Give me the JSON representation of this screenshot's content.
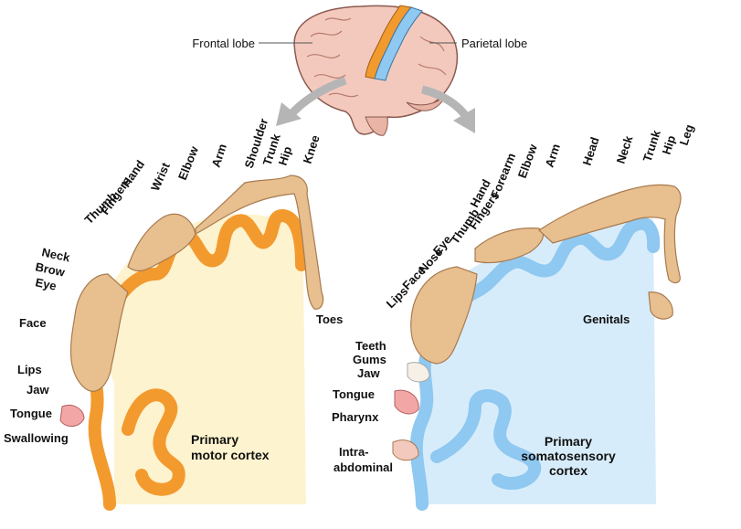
{
  "brain": {
    "frontal_label": "Frontal lobe",
    "parietal_label": "Parietal lobe"
  },
  "motor": {
    "title_line1": "Primary",
    "title_line2": "motor cortex",
    "labels": [
      "Toes",
      "Knee",
      "Hip",
      "Trunk",
      "Shoulder",
      "Arm",
      "Elbow",
      "Wrist",
      "Hand",
      "Fingers",
      "Thumb",
      "Neck",
      "Brow",
      "Eye",
      "Face",
      "Lips",
      "Jaw",
      "Tongue",
      "Swallowing"
    ]
  },
  "sensory": {
    "title_line1": "Primary",
    "title_line2": "somatosensory",
    "title_line3": "cortex",
    "labels": [
      "Leg",
      "Hip",
      "Trunk",
      "Neck",
      "Head",
      "Arm",
      "Elbow",
      "Forearm",
      "Hand",
      "Fingers",
      "Thumb",
      "Eye",
      "Nose",
      "Face",
      "Lips",
      "Genitals",
      "Teeth",
      "Gums",
      "Jaw",
      "Tongue",
      "Pharynx",
      "Intra-",
      "abdominal"
    ]
  },
  "colors": {
    "motor_cortex": "#f39a2e",
    "motor_fill": "#fdf3cf",
    "sensory_cortex": "#8fc8f0",
    "sensory_fill": "#d7ecfb",
    "homunculus": "#e8bf8f",
    "arrow": "#b5b5b5",
    "brain": "#f4c9bd"
  }
}
